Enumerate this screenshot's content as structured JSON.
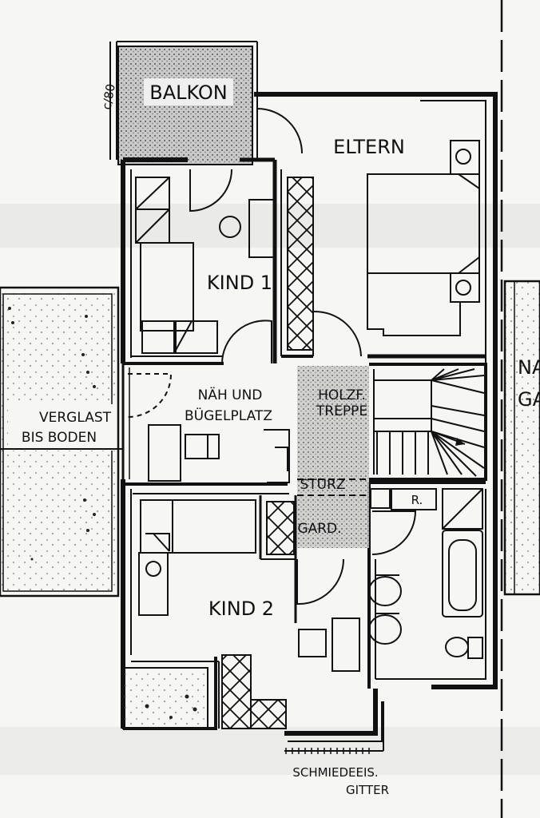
{
  "rooms": {
    "balkon": "BALKON",
    "eltern": "ELTERN",
    "kind1": "KIND 1",
    "kind2": "KIND 2",
    "naeh_line1": "NÄH UND",
    "naeh_line2": "BÜGELPLATZ",
    "holz_line1": "HOLZF.",
    "holz_line2": "TREPPE",
    "sturz": "STURZ",
    "gard": "GARD.",
    "r": "R."
  },
  "notes": {
    "verglast_line1": "VERGLAST",
    "verglast_line2": "BIS BODEN",
    "schmiede_line1": "SCHMIEDEEIS.",
    "schmiede_line2": "GITTER",
    "cutoff_na": "NA",
    "cutoff_ga": "GA"
  },
  "colors": {
    "ink": "#111111",
    "paper": "#f6f6f4",
    "hatch": "#b9b9b9"
  }
}
